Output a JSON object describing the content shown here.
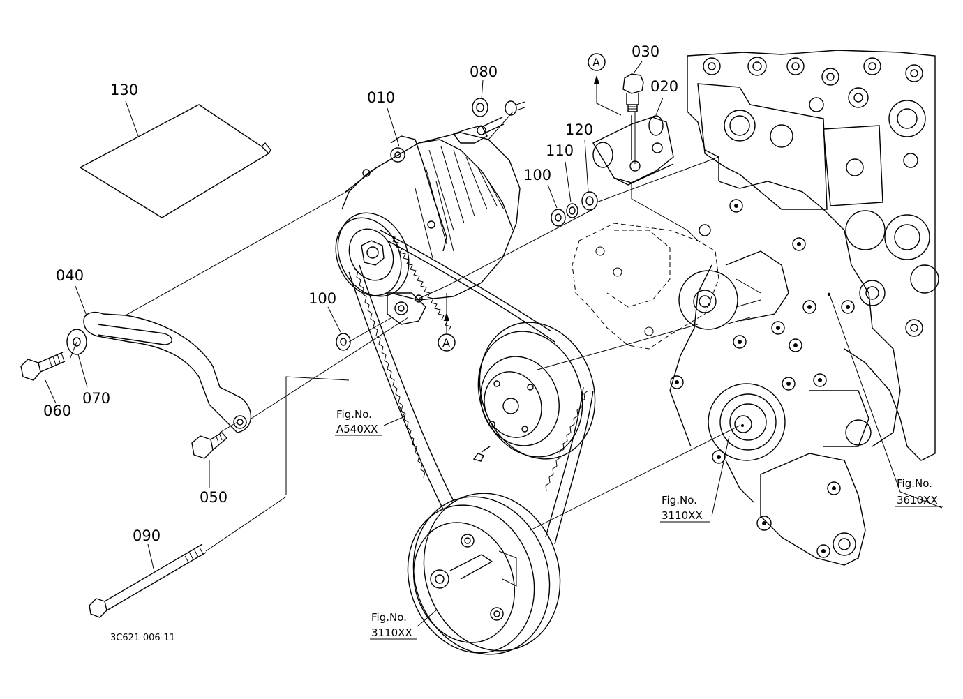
{
  "drawing_code": "3C621-006-11",
  "callouts": {
    "p130": "130",
    "p010": "010",
    "p080": "080",
    "p030": "030",
    "p020": "020",
    "p120": "120",
    "p110": "110",
    "p100a": "100",
    "p100b": "100",
    "p040": "040",
    "p070": "070",
    "p060": "060",
    "p050": "050",
    "p090": "090"
  },
  "markers": {
    "top": "A",
    "bottom": "A"
  },
  "fig_refs": {
    "belt": {
      "line1": "Fig.No.",
      "line2": "A540XX"
    },
    "crank_pulley": {
      "line1": "Fig.No.",
      "line2": "3110XX"
    },
    "crank_center": {
      "line1": "Fig.No.",
      "line2": "3110XX"
    },
    "gear_case": {
      "line1": "Fig.No.",
      "line2": "3610XX"
    }
  },
  "colors": {
    "ink": "#000000",
    "paper": "#ffffff"
  }
}
